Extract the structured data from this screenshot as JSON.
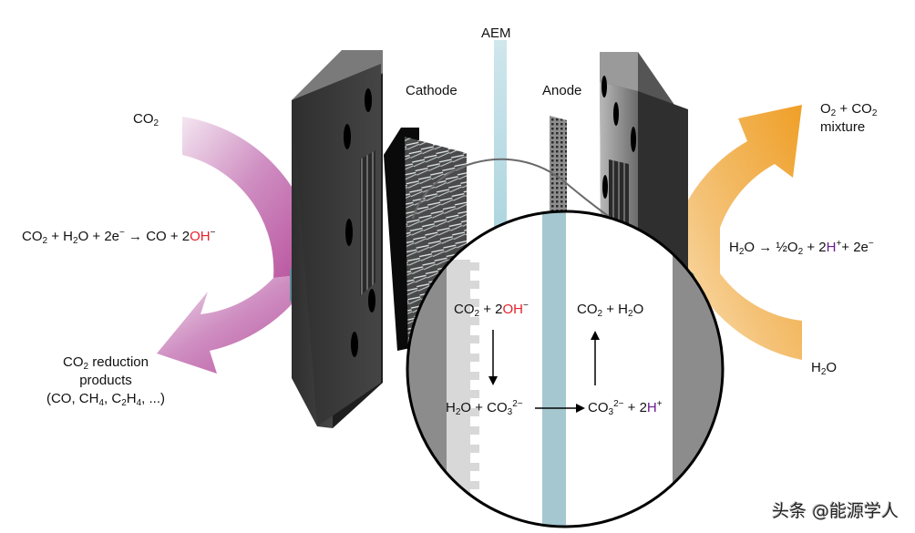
{
  "labels": {
    "aem": "AEM",
    "cathode": "Cathode",
    "anode": "Anode",
    "co2_input": {
      "main": "CO",
      "sub": "2"
    },
    "cathode_reaction": {
      "parts": [
        "CO",
        "2",
        " + H",
        "2",
        "O + 2e",
        "−",
        " → CO + 2",
        "OH",
        "−"
      ]
    },
    "reduction_products": {
      "line1_a": "CO",
      "line1_sub": "2",
      "line1_b": " reduction",
      "line2": "products",
      "line3_a": "(CO, CH",
      "line3_sub1": "4",
      "line3_b": ", C",
      "line3_sub2": "2",
      "line3_c": "H",
      "line3_sub3": "4",
      "line3_d": ", ...)"
    },
    "anode_output": {
      "line1_a": "O",
      "line1_sub1": "2",
      "line1_b": " + CO",
      "line1_sub2": "2",
      "line2": "mixture"
    },
    "anode_reaction": {
      "a": "H",
      "sub1": "2",
      "b": "O → ½O",
      "sub2": "2",
      "c": " + 2",
      "hplus": "H",
      "plus": "+",
      "d": "+ 2e",
      "minus": "−"
    },
    "h2o_input": {
      "a": "H",
      "sub": "2",
      "b": "O"
    },
    "inset": {
      "top_left": {
        "a": "CO",
        "sub": "2",
        "b": " + 2",
        "oh": "OH",
        "minus": "−"
      },
      "top_right": {
        "a": "CO",
        "sub1": "2",
        "b": " + H",
        "sub2": "2",
        "c": "O"
      },
      "bottom_left": {
        "a": "H",
        "sub1": "2",
        "b": "O + CO",
        "sub2": "3",
        "sup": "2−"
      },
      "bottom_right": {
        "a": "CO",
        "sub": "3",
        "sup": "2−",
        "b": " + 2",
        "h": "H",
        "plus": "+"
      }
    }
  },
  "watermark": "头条 @能源学人",
  "colors": {
    "cathode_arrow": "#c45ea8",
    "anode_arrow": "#f0a22e",
    "membrane": "#a5c8d0",
    "plate": "#3a3a3a",
    "hydroxide": "#e8202a",
    "proton": "#6a1b8f"
  }
}
